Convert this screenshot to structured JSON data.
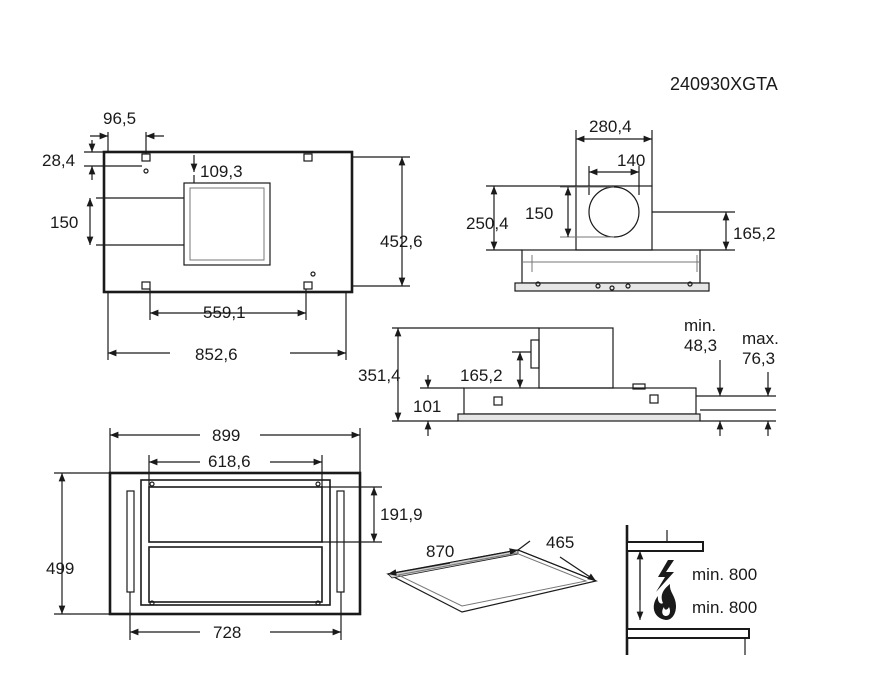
{
  "model": "240930XGTA",
  "top_view": {
    "d_left_offset": "96,5",
    "d_top_offset": "28,4",
    "d_duct_offset": "109,3",
    "d_duct_height": "150",
    "d_depth": "452,6",
    "d_mount_spacing": "559,1",
    "d_width": "852,6"
  },
  "side_view": {
    "d_box_width": "280,4",
    "d_outlet_diameter": "140",
    "d_outlet_height": "150",
    "d_box_height": "250,4",
    "d_outlet_center": "165,2"
  },
  "front_view": {
    "d_total_height": "351,4",
    "d_inner": "165,2",
    "d_frame": "101",
    "min_label": "min.",
    "min_value": "48,3",
    "max_label": "max.",
    "max_value": "76,3"
  },
  "bottom_view": {
    "d_width": "899",
    "d_filter_width": "618,6",
    "d_filter_height": "191,9",
    "d_height": "499",
    "d_cutout": "728"
  },
  "iso_view": {
    "d_width": "870",
    "d_depth": "465"
  },
  "clearance": {
    "electric_label": "min. 800",
    "gas_label": "min. 800"
  },
  "colors": {
    "line": "#1a1a1a",
    "fill": "#e6e6e6"
  },
  "icons": [
    "lightning-icon",
    "flame-icon"
  ]
}
